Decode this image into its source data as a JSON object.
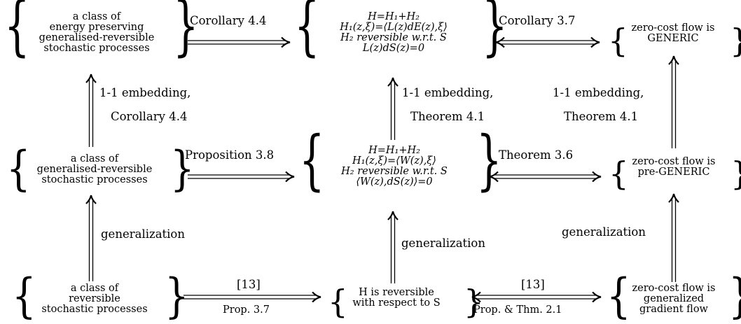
{
  "nodes": {
    "top_left": [
      "a class of",
      "energy preserving",
      "generalised-reversible",
      "stochastic processes"
    ],
    "top_mid": [
      "H=H₁+H₂",
      "H₁(z,ξ)=⟨L(z)dE(z),ξ⟩",
      "H₂ reversible w.r.t. S",
      "L(z)dS(z)=0"
    ],
    "top_right": [
      "zero-cost flow is",
      "GENERIC"
    ],
    "mid_left": [
      "a class of",
      "generalised-reversible",
      "stochastic processes"
    ],
    "mid_mid": [
      "H=H₁+H₂",
      "H₁(z,ξ)=⟨W(z),ξ⟩",
      "H₂ reversible w.r.t. S",
      "⟨W(z),dS(z)⟩=0"
    ],
    "mid_right": [
      "zero-cost flow is",
      "pre-GENERIC"
    ],
    "bot_left": [
      "a class of",
      "reversible",
      "stochastic processes"
    ],
    "bot_mid": [
      "H is reversible",
      "with respect to S"
    ],
    "bot_right": [
      "zero-cost flow is",
      "generalized",
      "gradient flow"
    ]
  },
  "edges": {
    "top_left_mid": "Corollary 4.4",
    "top_mid_right": "Corollary 3.7",
    "mid_left_mid": "Proposition 3.8",
    "mid_mid_right": "Theorem 3.6",
    "bot_left_mid_top": "[13]",
    "bot_left_mid_bottom": "Prop. 3.7",
    "bot_mid_right_top": "[13]",
    "bot_mid_right_bottom": "Prop. & Thm. 2.1",
    "left_up_1a": "1-1 embedding,",
    "left_up_1b": "Corollary 4.4",
    "mid_up_1a": "1-1 embedding,",
    "mid_up_1b": "Theorem 4.1",
    "right_up_1a": "1-1 embedding,",
    "right_up_1b": "Theorem 4.1",
    "left_up_2": "generalization",
    "mid_up_2": "generalization",
    "right_up_2": "generalization"
  }
}
